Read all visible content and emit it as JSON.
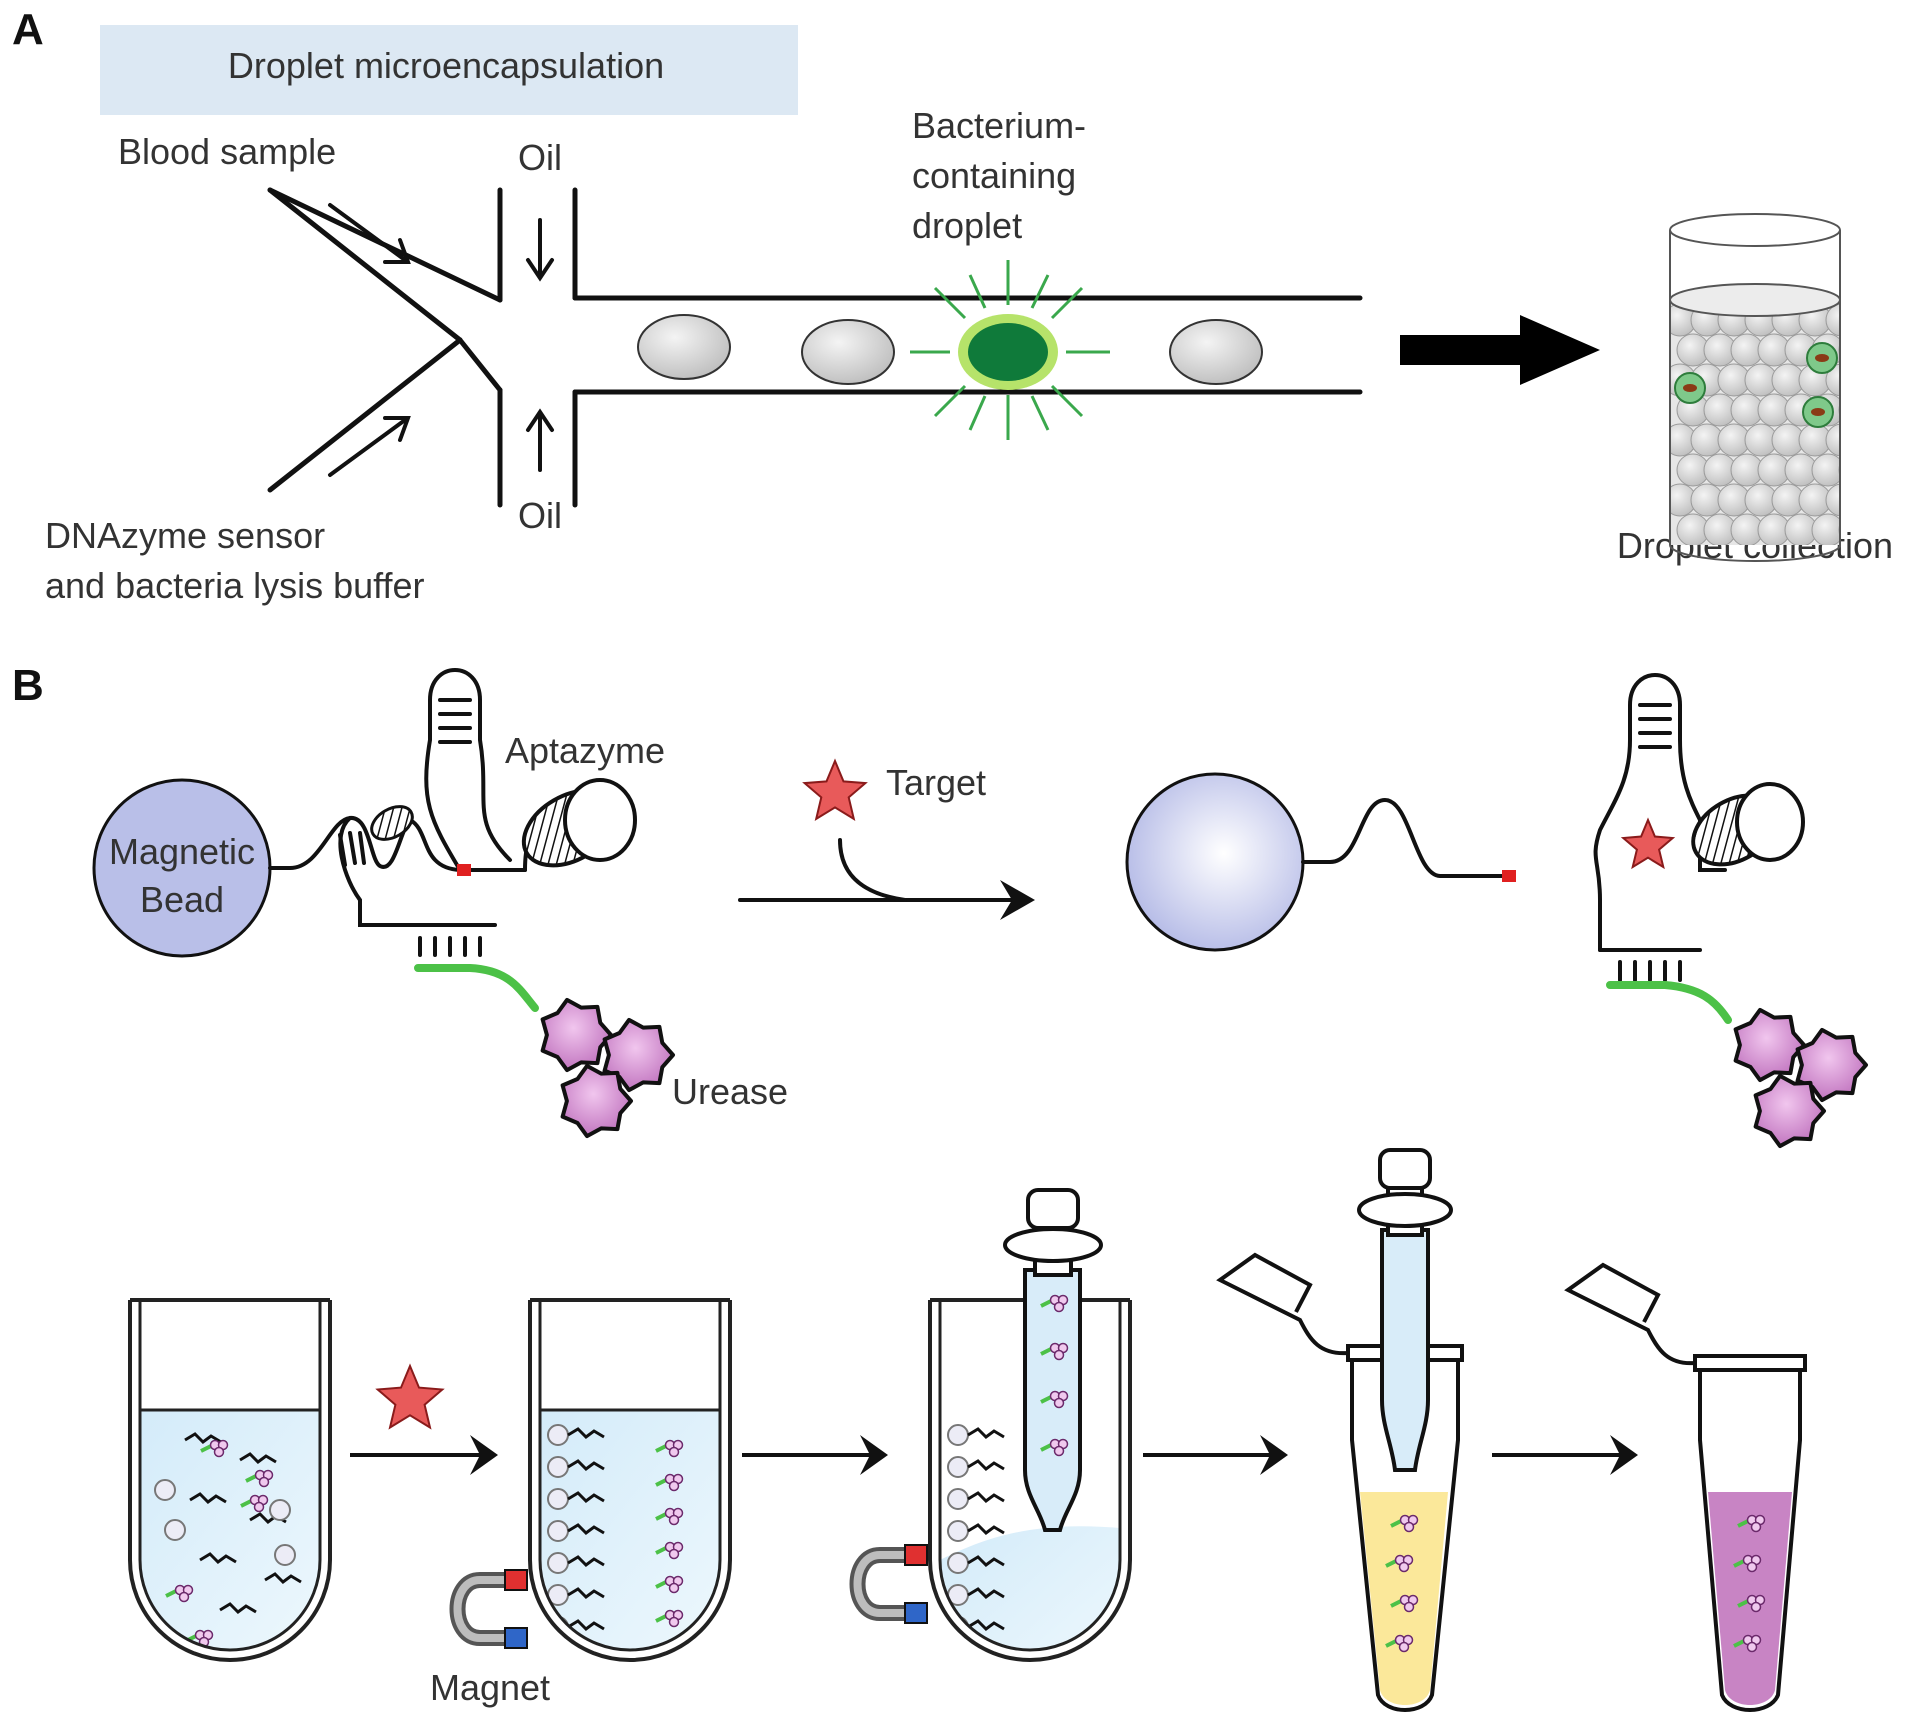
{
  "panel_a": {
    "letter": "A",
    "banner": "Droplet microencapsulation",
    "blood_sample": "Blood sample",
    "oil_top": "Oil",
    "oil_bottom": "Oil",
    "bacterium_line1": "Bacterium-",
    "bacterium_line2": "containing",
    "bacterium_line3": "droplet",
    "sensor_line1": "DNAzyme sensor",
    "sensor_line2": "and bacteria lysis buffer",
    "collection": "Droplet collection"
  },
  "panel_b": {
    "letter": "B",
    "magnetic_line1": "Magnetic",
    "magnetic_line2": "Bead",
    "aptazyme": "Aptazyme",
    "target": "Target",
    "urease": "Urease",
    "magnet": "Magnet"
  },
  "colors": {
    "banner_bg": "#dce8f3",
    "bead": "#b9bfe8",
    "urease": "#c77ac4",
    "star": "#e85a5a",
    "droplet_green": "#0f7a3a",
    "glow": "#b6e36a",
    "tube_liquid": "#dff0fb",
    "yellow_liquid": "#fbe89a",
    "purple_liquid": "#c884c4"
  }
}
